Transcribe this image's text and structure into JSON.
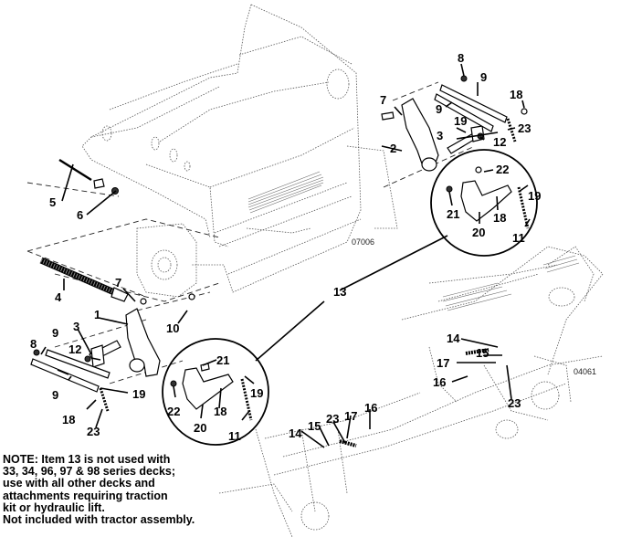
{
  "diagram": {
    "type": "exploded-parts-diagram",
    "drawing_codes": {
      "upper": "07006",
      "lower": "04061"
    },
    "callouts": {
      "c1": "1",
      "c2": "2",
      "c3a": "3",
      "c3b": "3",
      "c4": "4",
      "c5": "5",
      "c6": "6",
      "c7a": "7",
      "c7b": "7",
      "c8a": "8",
      "c8b": "8",
      "c9a": "9",
      "c9b": "9",
      "c9c": "9",
      "c9d": "9",
      "c10": "10",
      "c11a": "11",
      "c11b": "11",
      "c12a": "12",
      "c12b": "12",
      "c13": "13",
      "c14a": "14",
      "c14b": "14",
      "c15a": "15",
      "c15b": "15",
      "c16a": "16",
      "c16b": "16",
      "c17a": "17",
      "c17b": "17",
      "c18a": "18",
      "c18b": "18",
      "c18c": "18",
      "c18d": "18",
      "c19a": "19",
      "c19b": "19",
      "c19c": "19",
      "c19d": "19",
      "c20a": "20",
      "c20b": "20",
      "c21a": "21",
      "c21b": "21",
      "c22a": "22",
      "c22b": "22",
      "c23a": "23",
      "c23b": "23",
      "c23c": "23",
      "c23d": "23"
    },
    "note": "NOTE:  Item 13 is not used with\n33, 34, 96, 97 & 98 series decks;\nuse with all other decks and\nattachments requiring traction\nkit or hydraulic lift.\nNot included with tractor assembly."
  }
}
